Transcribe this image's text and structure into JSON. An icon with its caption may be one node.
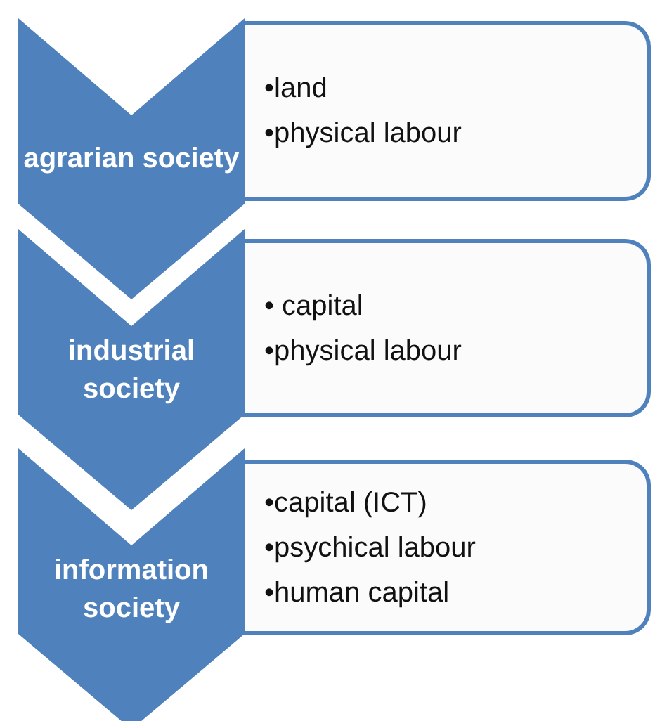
{
  "diagram": {
    "nodes": [
      {
        "text": [
          "agrarian society"
        ]
      },
      {
        "text": [
          "•land",
          "•physical labour"
        ]
      },
      {
        "text": [
          "industrial society"
        ]
      },
      {
        "text": [
          "• capital",
          "•physical labour"
        ]
      },
      {
        "text": [
          "information society"
        ]
      },
      {
        "text": [
          "•capital (ICT)",
          "•psychical labour",
          "•human capital"
        ]
      }
    ]
  }
}
